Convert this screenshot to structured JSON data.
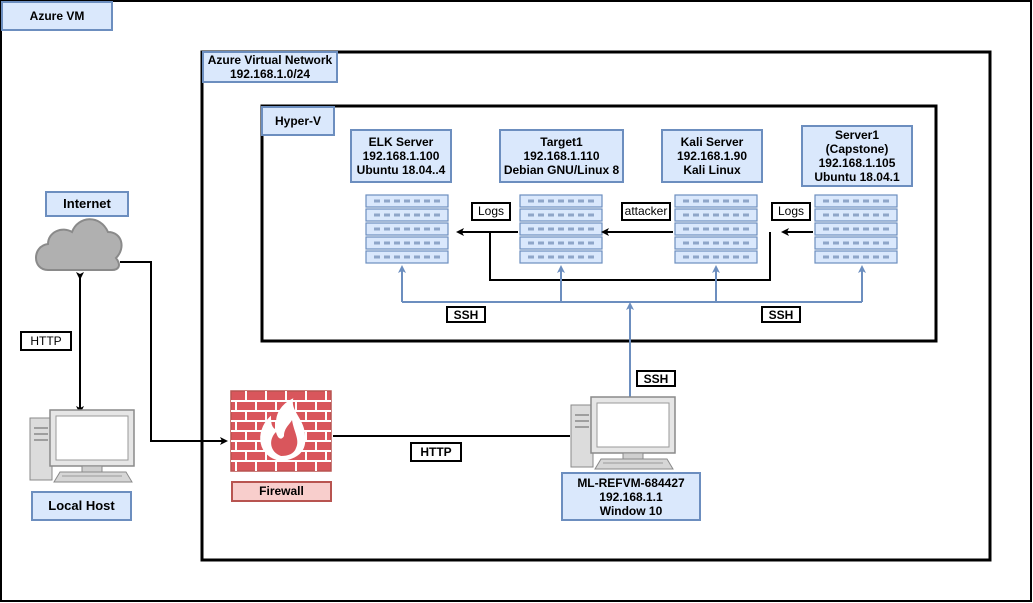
{
  "containers": {
    "azure_vm": "Azure VM",
    "vnet_title": "Azure Virtual Network",
    "vnet_cidr": "192.168.1.0/24",
    "hyperv": "Hyper-V"
  },
  "servers": {
    "elk": {
      "name": "ELK Server",
      "ip": "192.168.1.100",
      "os": "Ubuntu 18.04..4"
    },
    "target1": {
      "name": "Target1",
      "ip": "192.168.1.110",
      "os": "Debian GNU/Linux 8"
    },
    "kali": {
      "name": "Kali Server",
      "ip": "192.168.1.90",
      "os": "Kali Linux"
    },
    "server1": {
      "name": "Server1",
      "note": "(Capstone)",
      "ip": "192.168.1.105",
      "os": "Ubuntu 18.04.1"
    }
  },
  "edges": {
    "logs_left": "Logs",
    "attacker": "attacker",
    "logs_right": "Logs",
    "ssh_left": "SSH",
    "ssh_right": "SSH",
    "ssh_up": "SSH",
    "http_left": "HTTP",
    "http_mid": "HTTP"
  },
  "nodes": {
    "internet": "Internet",
    "local_host": "Local Host",
    "firewall": "Firewall",
    "ml_name": "ML-REFVM-684427",
    "ml_ip": "192.168.1.1",
    "ml_os": "Window 10"
  },
  "icons": [
    "cloud-icon",
    "desktop-icon",
    "firewall-icon",
    "rack-server-icon"
  ],
  "colors": {
    "label_fill": "#dae8fc",
    "label_stroke": "#6c8ebf",
    "server_fill": "#dae8fc",
    "server_stroke": "#6c8ebf",
    "firewall": "#d9565c",
    "cloud_fill": "#b0b0b0",
    "connector_blue": "#6c8ebf"
  }
}
